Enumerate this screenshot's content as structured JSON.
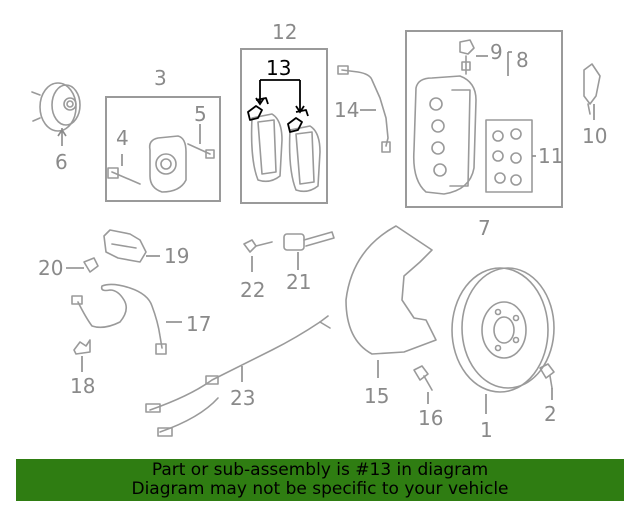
{
  "callouts": {
    "c1": "1",
    "c2": "2",
    "c3": "3",
    "c4": "4",
    "c5": "5",
    "c6": "6",
    "c7": "7",
    "c8": "8",
    "c9": "9",
    "c10": "10",
    "c11": "11",
    "c12": "12",
    "c13": "13",
    "c14": "14",
    "c15": "15",
    "c16": "16",
    "c17": "17",
    "c18": "18",
    "c19": "19",
    "c20": "20",
    "c21": "21",
    "c22": "22",
    "c23": "23"
  },
  "highlighted_part": "13",
  "footer": {
    "line1": "Part or sub-assembly is #13 in diagram",
    "line2": "Diagram may not be specific to your vehicle"
  },
  "colors": {
    "footer_background": "#2f7d12",
    "line_art": "#9a9a9a",
    "highlight": "#000000"
  }
}
